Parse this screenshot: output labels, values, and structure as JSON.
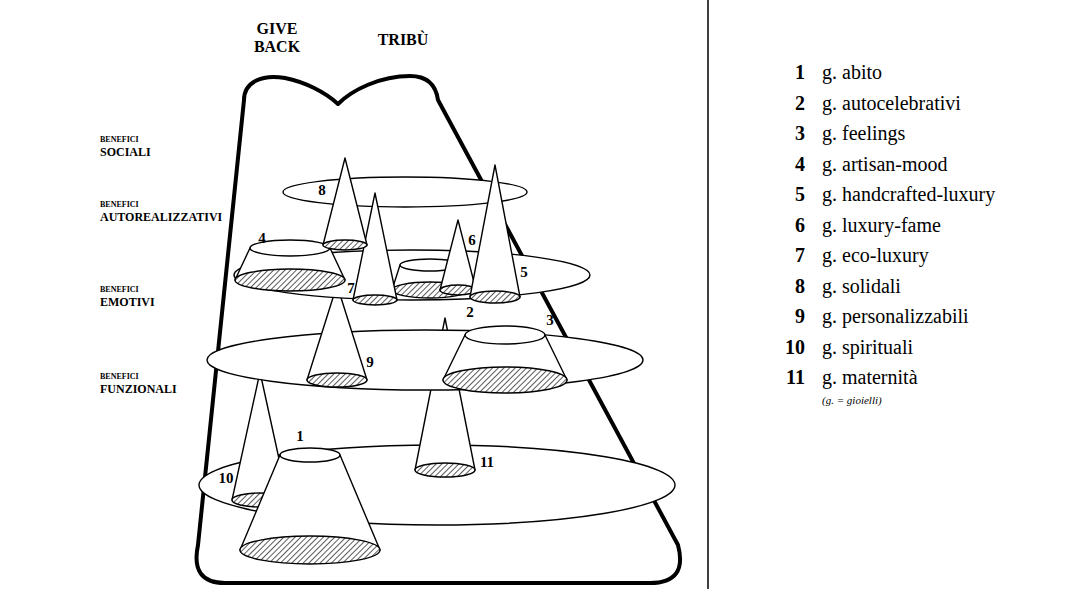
{
  "diagram": {
    "labels": [
      "GIVE BACK",
      "TRIBÙ",
      "BENEFICI",
      "SOCIALI",
      "BENEFICI",
      "AUTOREALIZZATIVI",
      "BENEFICI",
      "EMOTIVI",
      "BENEFICI",
      "FUNZIONALI",
      "8",
      "4",
      "7",
      "6",
      "5",
      "2",
      "3",
      "9",
      "10",
      "1",
      "11",
      "1",
      "2",
      "3",
      "4",
      "5",
      "6",
      "7",
      "8",
      "9",
      "10",
      "11",
      "(g. = gioielli)"
    ],
    "legend": [
      {
        "text": "g. abito"
      },
      {
        "text": "g. autocelebrativi"
      },
      {
        "text": "g. feelings"
      },
      {
        "text": "g. artisan-mood"
      },
      {
        "text": "g. handcrafted-luxury"
      },
      {
        "text": "g. luxury-fame"
      },
      {
        "text": "g. eco-luxury"
      },
      {
        "text": "g. solidali"
      },
      {
        "text": "g. personalizzabili"
      },
      {
        "text": "g. spirituali"
      },
      {
        "text": "g. maternità"
      }
    ]
  }
}
